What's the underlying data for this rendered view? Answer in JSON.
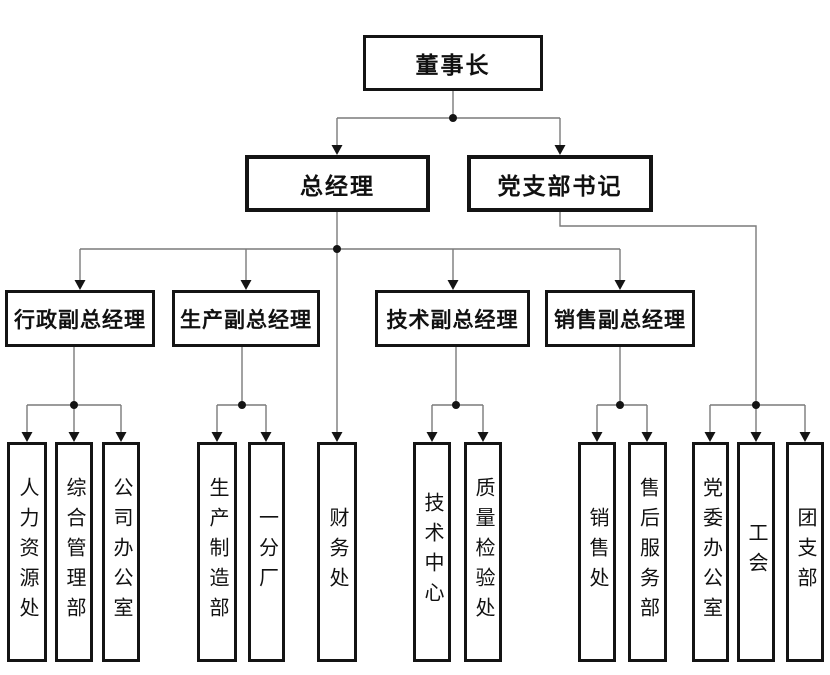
{
  "diagram": {
    "type": "org-chart",
    "background": "#ffffff",
    "line_color": "#7a7a7a",
    "node_border_color": "#141414",
    "text_color": "#111111",
    "nodes": {
      "chairman": {
        "label": "董事长"
      },
      "general_manager": {
        "label": "总经理"
      },
      "party_branch_secretary": {
        "label": "党支部书记"
      },
      "admin_deputy_gm": {
        "label": "行政副总经理"
      },
      "production_deputy_gm": {
        "label": "生产副总经理"
      },
      "technical_deputy_gm": {
        "label": "技术副总经理"
      },
      "sales_deputy_gm": {
        "label": "销售副总经理"
      },
      "hr_dept": {
        "label": "人力资源处"
      },
      "general_mgmt_dept": {
        "label": "综合管理部"
      },
      "company_office": {
        "label": "公司办公室"
      },
      "production_mfg_dept": {
        "label": "生产制造部"
      },
      "no1_branch_factory": {
        "label": "一分厂"
      },
      "finance_dept": {
        "label": "财务处"
      },
      "tech_center": {
        "label": "技术中心"
      },
      "quality_inspection_dept": {
        "label": "质量检验处"
      },
      "sales_dept": {
        "label": "销售处"
      },
      "after_sales_service_dept": {
        "label": "售后服务部"
      },
      "party_committee_office": {
        "label": "党委办公室"
      },
      "labor_union": {
        "label": "工会"
      },
      "youth_league_branch": {
        "label": "团支部"
      }
    },
    "hierarchy": [
      {
        "parent": "董事长",
        "children": [
          "总经理",
          "党支部书记"
        ]
      },
      {
        "parent": "总经理",
        "children": [
          "行政副总经理",
          "生产副总经理",
          "技术副总经理",
          "销售副总经理",
          "财务处"
        ]
      },
      {
        "parent": "党支部书记",
        "children": [
          "党委办公室",
          "工会",
          "团支部"
        ]
      },
      {
        "parent": "行政副总经理",
        "children": [
          "人力资源处",
          "综合管理部",
          "公司办公室"
        ]
      },
      {
        "parent": "生产副总经理",
        "children": [
          "生产制造部",
          "一分厂"
        ]
      },
      {
        "parent": "技术副总经理",
        "children": [
          "技术中心",
          "质量检验处"
        ]
      },
      {
        "parent": "销售副总经理",
        "children": [
          "销售处",
          "售后服务部"
        ]
      }
    ]
  }
}
